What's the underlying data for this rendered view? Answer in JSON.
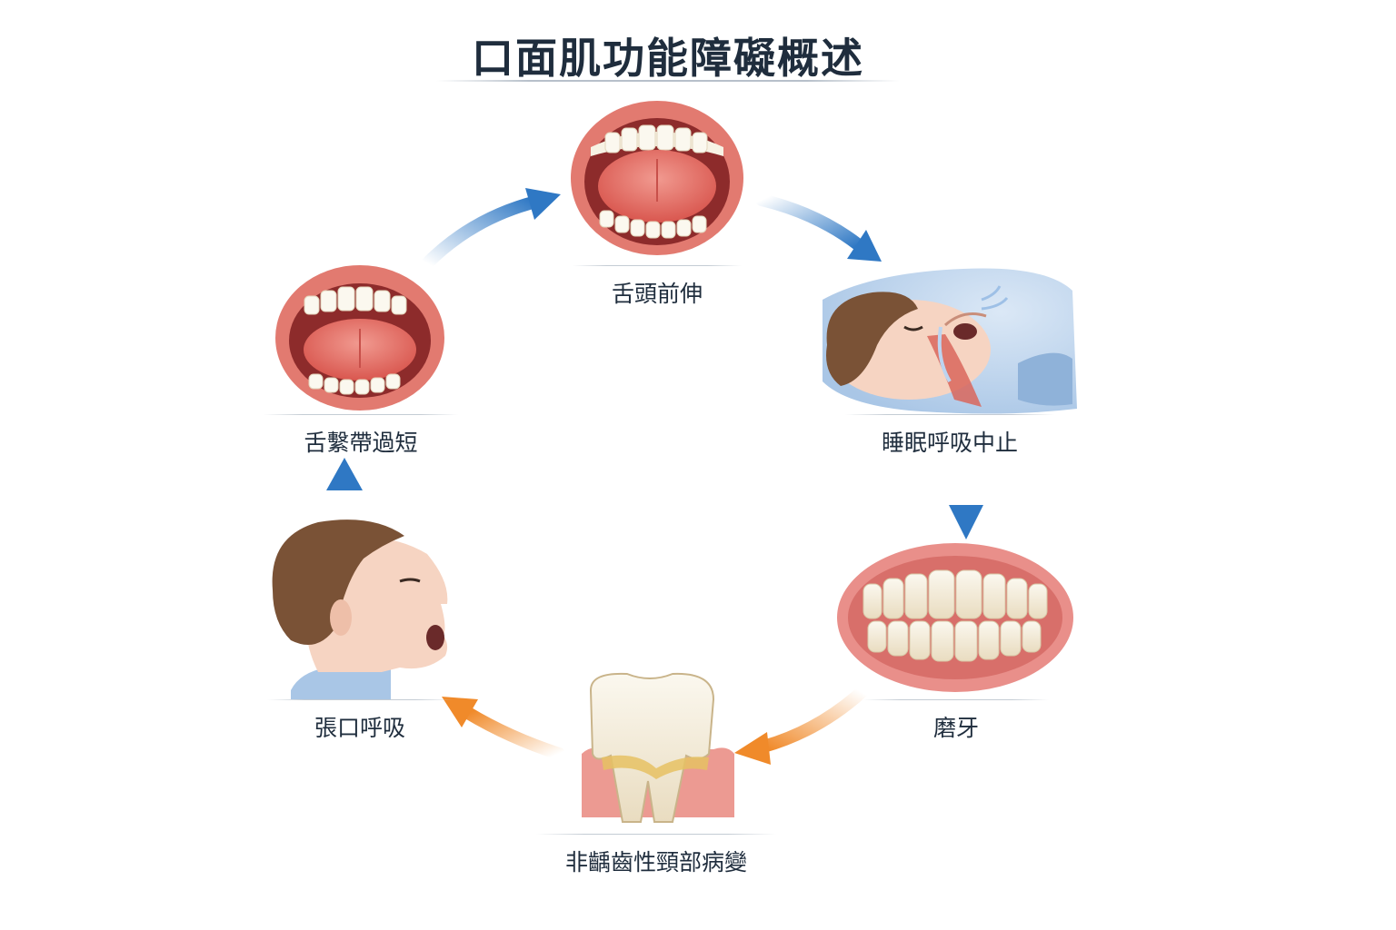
{
  "title": "口面肌功能障礙概述",
  "nodes": [
    {
      "label": "舌頭前伸"
    },
    {
      "label": "睡眠呼吸中止"
    },
    {
      "label": "磨牙"
    },
    {
      "label": "非齲齒性頸部病變"
    },
    {
      "label": "張口呼吸"
    },
    {
      "label": "舌繫帶過短"
    }
  ],
  "colors": {
    "arrow_blue": "#2f78c4",
    "arrow_orange": "#f08a2a",
    "lip": "#e27a70",
    "gum": "#e98f8a",
    "tongue": "#e0625f",
    "tooth": "#f7f2e4",
    "skin": "#f6d4c2",
    "hair": "#7a5236"
  },
  "icons": [
    "open-mouth-tongue-icon",
    "sleeping-person-icon",
    "clenched-teeth-icon",
    "tooth-cervical-lesion-icon",
    "child-mouth-breathing-icon",
    "tongue-tie-mouth-icon"
  ]
}
